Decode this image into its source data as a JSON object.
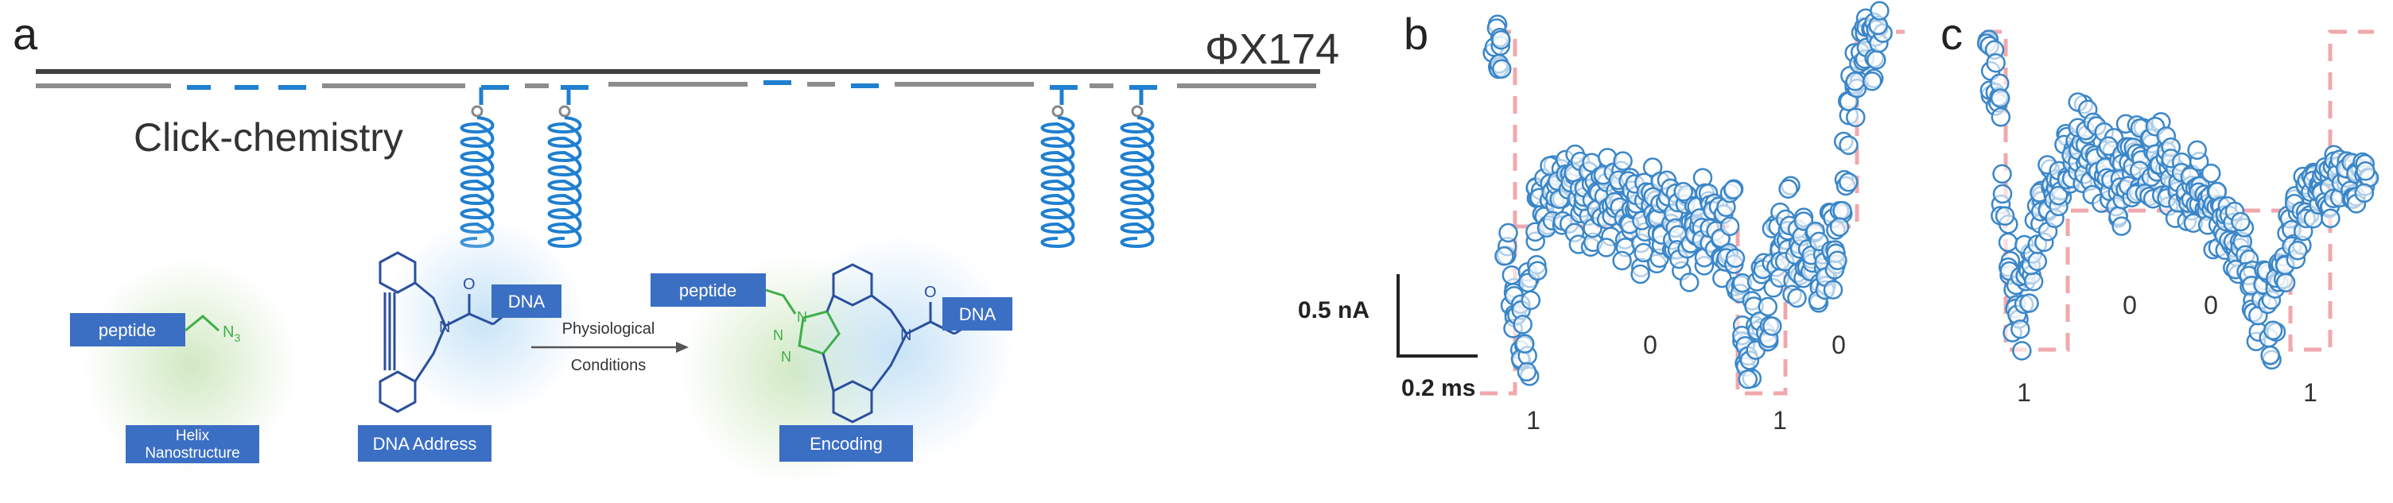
{
  "panel_a": {
    "letter": "a",
    "phage_label": "ΦX174",
    "click_label": "Click-chemistry",
    "peptide_box": "peptide",
    "helix_box": "Helix Nanostructure",
    "azide": "N",
    "azide_sub": "3",
    "dna_box": "DNA",
    "address_box": "DNA Address",
    "arrow_line1": "Physiological",
    "arrow_line2": "Conditions",
    "product_peptide_box": "peptide",
    "product_dna_box": "DNA",
    "encoding_box": "Encoding",
    "triazole_n1": "N",
    "triazole_n2": "N",
    "triazole_n3": "N",
    "amide_n1": "N",
    "amide_o1": "O",
    "amide_n2": "N",
    "amide_o2": "O"
  },
  "panel_b": {
    "letter": "b",
    "scale_current": "0.5 nA",
    "scale_time": "0.2 ms",
    "bits": [
      "1",
      "0",
      "1",
      "0"
    ]
  },
  "panel_c": {
    "letter": "c",
    "bits": [
      "1",
      "0",
      "0",
      "1"
    ]
  },
  "colors": {
    "dna_gray": "#8c8c8c",
    "dna_dark": "#404040",
    "helix_blue": "#1f7fd0",
    "box_blue": "#3b6fc4",
    "trace_blue": "#3a86c8",
    "dash_pink": "#f0a8ac",
    "green_glow": "#cfe8c0",
    "blue_glow": "#c5e2f7",
    "chem_green": "#3fae49",
    "chem_blue": "#2b4f9e"
  },
  "chart_data": [
    {
      "type": "scatter",
      "panel": "b",
      "title": "",
      "x": [
        0.0,
        0.01,
        0.02,
        0.03,
        0.04,
        0.05,
        0.06,
        0.07,
        0.08,
        0.09,
        0.1,
        0.11,
        0.12,
        0.13,
        0.14,
        0.15,
        0.16,
        0.17,
        0.18,
        0.19,
        0.2,
        0.21,
        0.22,
        0.23,
        0.24,
        0.25,
        0.26,
        0.27,
        0.28,
        0.29,
        0.3,
        0.31,
        0.32,
        0.33,
        0.34,
        0.35,
        0.36,
        0.37,
        0.38,
        0.39,
        0.4,
        0.41,
        0.42,
        0.43,
        0.44,
        0.45,
        0.46,
        0.47,
        0.48,
        0.49,
        0.5,
        0.51,
        0.52,
        0.53,
        0.54,
        0.55,
        0.56,
        0.57,
        0.58,
        0.59,
        0.6,
        0.61,
        0.62,
        0.63,
        0.64,
        0.65,
        0.66,
        0.67,
        0.68,
        0.69,
        0.7,
        0.71,
        0.72,
        0.73,
        0.74,
        0.75,
        0.76,
        0.77,
        0.78,
        0.79,
        0.8,
        0.81,
        0.82,
        0.83,
        0.84,
        0.85,
        0.86,
        0.87,
        0.88,
        0.89,
        0.9,
        0.91,
        0.92,
        0.93,
        0.94,
        0.95,
        0.96,
        0.97,
        0.98
      ],
      "y": [
        1.85,
        1.82,
        1.78,
        0.62,
        0.35,
        0.15,
        0.05,
        -0.1,
        -0.2,
        0.25,
        0.55,
        0.78,
        0.95,
        0.85,
        1.02,
        0.8,
        1.05,
        0.75,
        0.98,
        0.88,
        1.08,
        0.72,
        0.95,
        0.82,
        1.1,
        0.7,
        0.92,
        0.85,
        1.0,
        0.68,
        0.9,
        0.8,
        1.05,
        0.62,
        0.88,
        0.78,
        0.98,
        0.55,
        0.82,
        0.76,
        0.95,
        0.6,
        0.85,
        0.72,
        0.9,
        0.65,
        0.8,
        0.58,
        0.92,
        0.5,
        0.78,
        0.62,
        0.86,
        0.55,
        0.75,
        0.68,
        0.82,
        0.45,
        0.7,
        0.6,
        0.78,
        0.4,
        0.25,
        0.1,
        -0.05,
        -0.15,
        0.2,
        0.05,
        0.35,
        -0.1,
        0.15,
        0.58,
        0.7,
        0.45,
        0.62,
        0.8,
        0.4,
        0.55,
        0.68,
        0.3,
        0.48,
        0.6,
        0.35,
        0.52,
        0.42,
        0.65,
        0.38,
        0.5,
        0.8,
        1.1,
        1.35,
        1.55,
        1.7,
        1.82,
        1.9,
        1.95,
        1.8,
        1.88,
        1.92
      ],
      "bits": [
        "1",
        "0",
        "1",
        "0"
      ]
    },
    {
      "type": "scatter",
      "panel": "c",
      "title": "",
      "x": [
        0.0,
        0.01,
        0.02,
        0.03,
        0.04,
        0.05,
        0.06,
        0.07,
        0.08,
        0.09,
        0.1,
        0.11,
        0.12,
        0.13,
        0.14,
        0.15,
        0.16,
        0.17,
        0.18,
        0.19,
        0.2,
        0.21,
        0.22,
        0.23,
        0.24,
        0.25,
        0.26,
        0.27,
        0.28,
        0.29,
        0.3,
        0.31,
        0.32,
        0.33,
        0.34,
        0.35,
        0.36,
        0.37,
        0.38,
        0.39,
        0.4,
        0.41,
        0.42,
        0.43,
        0.44,
        0.45,
        0.46,
        0.47,
        0.48,
        0.49,
        0.5,
        0.51,
        0.52,
        0.53,
        0.54,
        0.55,
        0.56,
        0.57,
        0.58,
        0.59,
        0.6,
        0.61,
        0.62,
        0.63,
        0.64,
        0.65,
        0.66,
        0.67,
        0.68,
        0.69,
        0.7,
        0.71,
        0.72,
        0.73,
        0.74,
        0.75,
        0.76,
        0.77,
        0.78,
        0.79,
        0.8,
        0.81,
        0.82,
        0.83,
        0.84,
        0.85,
        0.86,
        0.87,
        0.88,
        0.89,
        0.9,
        0.91,
        0.92,
        0.93,
        0.94,
        0.95,
        0.96,
        0.97,
        0.98
      ],
      "y": [
        1.78,
        1.72,
        1.65,
        1.55,
        0.85,
        0.55,
        0.25,
        0.05,
        -0.1,
        0.15,
        0.35,
        0.2,
        0.55,
        0.72,
        0.85,
        0.6,
        0.9,
        0.75,
        1.0,
        0.82,
        1.15,
        0.92,
        1.25,
        1.05,
        1.35,
        1.1,
        1.3,
        1.0,
        1.2,
        0.95,
        1.15,
        0.9,
        1.1,
        0.85,
        1.05,
        0.8,
        1.2,
        0.92,
        1.28,
        1.0,
        1.18,
        0.88,
        1.12,
        0.95,
        1.25,
        1.02,
        1.15,
        0.85,
        1.05,
        0.78,
        0.95,
        0.72,
        0.9,
        0.82,
        1.0,
        0.75,
        0.92,
        0.7,
        0.85,
        0.6,
        0.78,
        0.55,
        0.7,
        0.48,
        0.62,
        0.4,
        0.55,
        0.3,
        0.2,
        0.1,
        -0.05,
        0.15,
        0.25,
        -0.15,
        0.05,
        0.3,
        0.45,
        0.35,
        0.6,
        0.55,
        0.78,
        0.62,
        0.85,
        0.72,
        0.95,
        0.8,
        1.0,
        0.88,
        0.92,
        0.85,
        0.98,
        0.9,
        0.95,
        1.02,
        0.96,
        0.99,
        0.94,
        1.0,
        0.97
      ],
      "bits": [
        "1",
        "0",
        "0",
        "1"
      ]
    }
  ]
}
